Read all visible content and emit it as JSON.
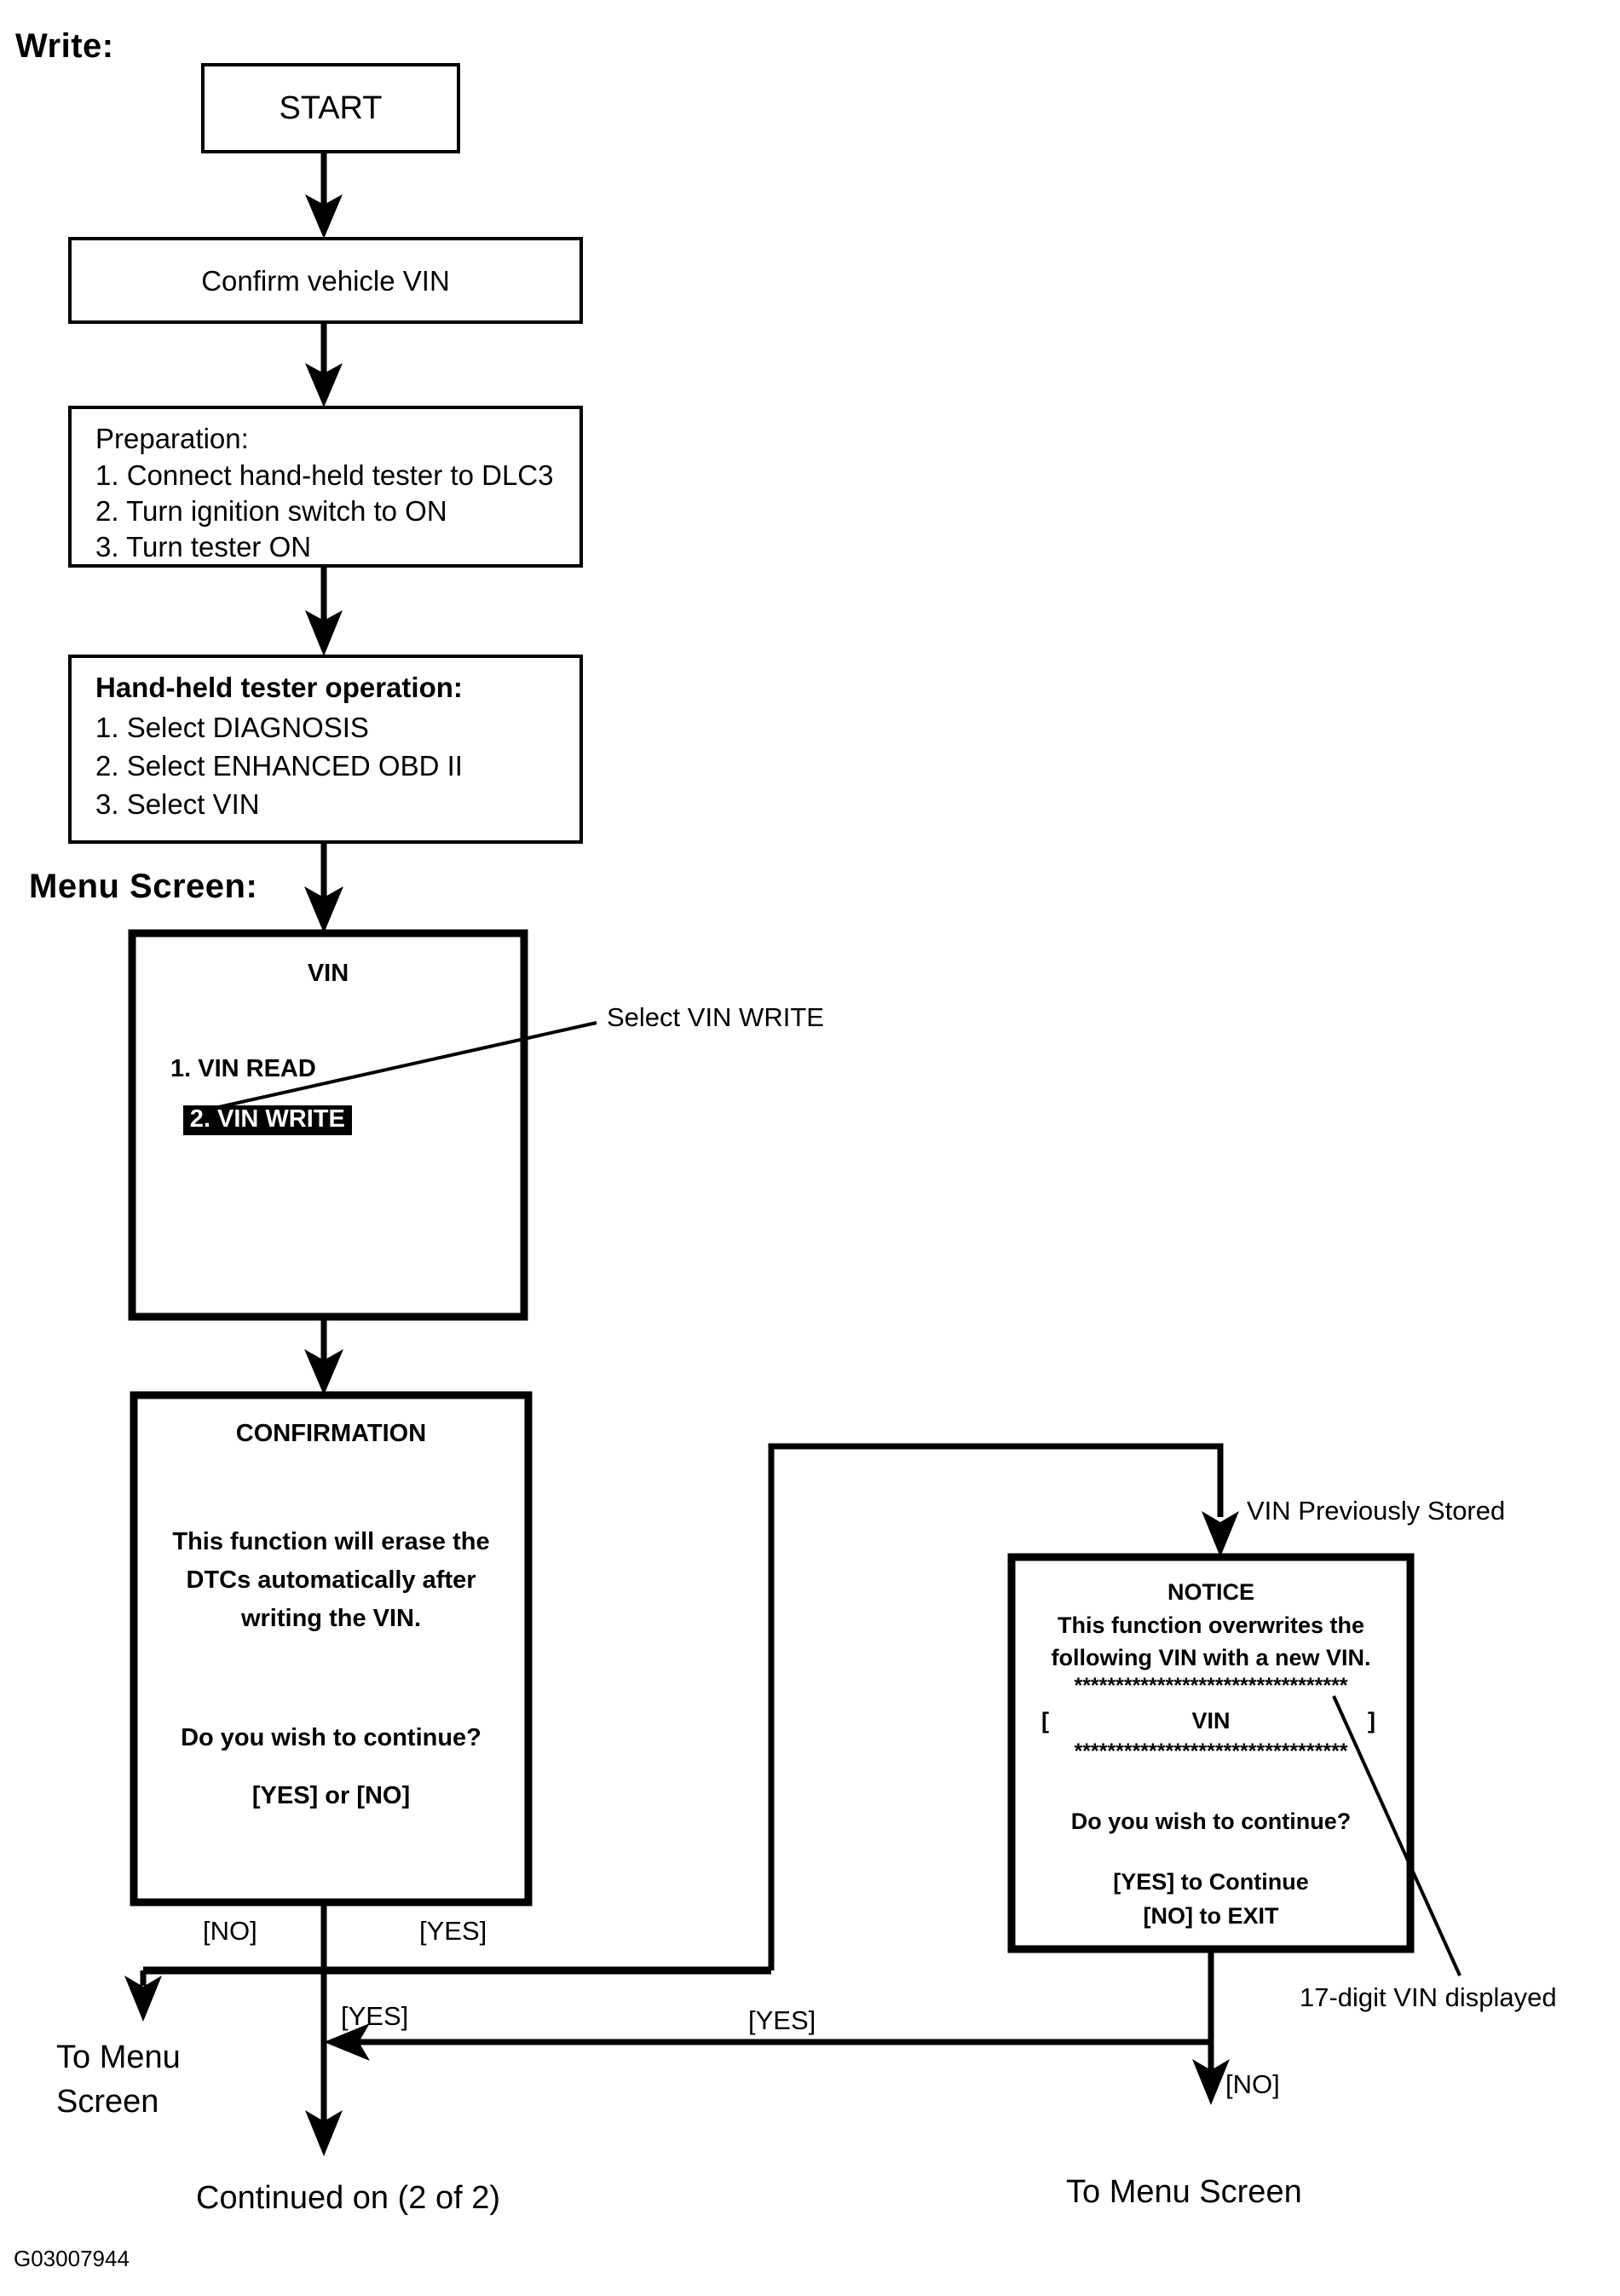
{
  "diagram": {
    "type": "flowchart",
    "title": "VIN Write procedure flowchart",
    "figure_code": "G03007944",
    "section_labels": {
      "write": "Write:",
      "menu_screen": "Menu Screen:"
    },
    "nodes": {
      "start": {
        "label": "START"
      },
      "confirm_vin": {
        "label": "Confirm vehicle VIN"
      },
      "preparation": {
        "heading": "Preparation:",
        "steps": [
          "1. Connect hand-held tester to DLC3",
          "2. Turn ignition switch to ON",
          "3. Turn tester ON"
        ]
      },
      "tester_operation": {
        "heading": "Hand-held tester operation:",
        "steps": [
          "1. Select DIAGNOSIS",
          "2. Select ENHANCED OBD II",
          "3. Select VIN"
        ]
      },
      "vin_menu": {
        "title": "VIN",
        "options": [
          {
            "label": "1. VIN READ",
            "selected": false
          },
          {
            "label": "2. VIN WRITE",
            "selected": true
          }
        ]
      },
      "confirmation": {
        "title": "CONFIRMATION",
        "body_lines": [
          "This function will erase the",
          "DTCs automatically after",
          "writing the VIN."
        ],
        "question": "Do you wish to continue?",
        "answer_prompt": "[YES] or [NO]"
      },
      "notice": {
        "title": "NOTICE",
        "body_lines": [
          "This function overwrites the",
          "following VIN with a new VIN."
        ],
        "separator_top": "*********************************",
        "vin_field_open": "[",
        "vin_field_label": "VIN",
        "vin_field_close": "]",
        "separator_bottom": "*********************************",
        "question": "Do you wish to continue?",
        "answer_yes": "[YES] to Continue",
        "answer_no": "[NO] to EXIT"
      }
    },
    "callouts": {
      "select_vin_write": "Select VIN WRITE",
      "vin_previously_stored": "VIN Previously Stored",
      "vin_digits": "17-digit VIN displayed"
    },
    "edge_labels": {
      "no_left": "[NO]",
      "yes_right": "[YES]",
      "yes_down": "[YES]",
      "yes_return": "[YES]",
      "no_exit": "[NO]"
    },
    "terminals": {
      "to_menu_screen_left_line1": "To Menu",
      "to_menu_screen_left_line2": "Screen",
      "continued": "Continued on (2 of 2)",
      "to_menu_screen_right": "To Menu Screen"
    },
    "colors": {
      "ink": "#000000",
      "paper": "#ffffff",
      "highlight_bg": "#000000",
      "highlight_fg": "#ffffff"
    }
  }
}
